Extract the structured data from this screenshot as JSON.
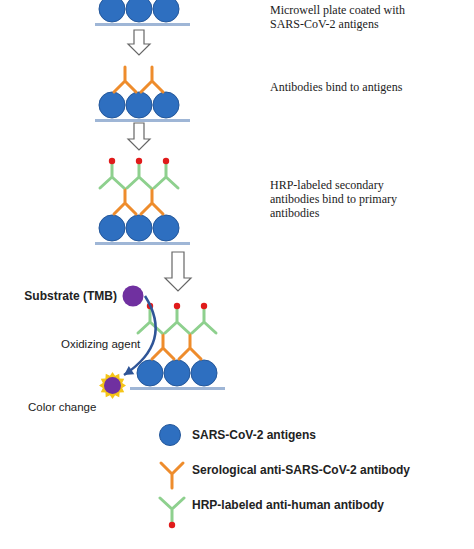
{
  "diagram": {
    "nodes": [
      {
        "text": [
          "Microwell plate coated with SARS-CoV-2 antigens"
        ]
      },
      {
        "text": [
          "Antibodies bind to antigens"
        ]
      },
      {
        "text": [
          "HRP-labeled secondary antibodies bind to primary antibodies"
        ]
      },
      {
        "text": [
          "Substrate (TMB)"
        ]
      },
      {
        "text": [
          "Color change"
        ]
      }
    ],
    "edges": [
      {
        "from": 0,
        "to": 1,
        "arrow": "to"
      },
      {
        "from": 1,
        "to": 2,
        "arrow": "to"
      },
      {
        "from": 3,
        "to": 4,
        "label": "Oxidizing agent",
        "arrow": "to"
      }
    ],
    "legend": [
      {
        "text": "SARS-CoV-2 antigens",
        "color": "#2e6fc0"
      },
      {
        "text": "Serological anti-SARS-CoV-2 antibody"
      },
      {
        "text": "HRP-labeled anti-human antibody"
      }
    ]
  }
}
